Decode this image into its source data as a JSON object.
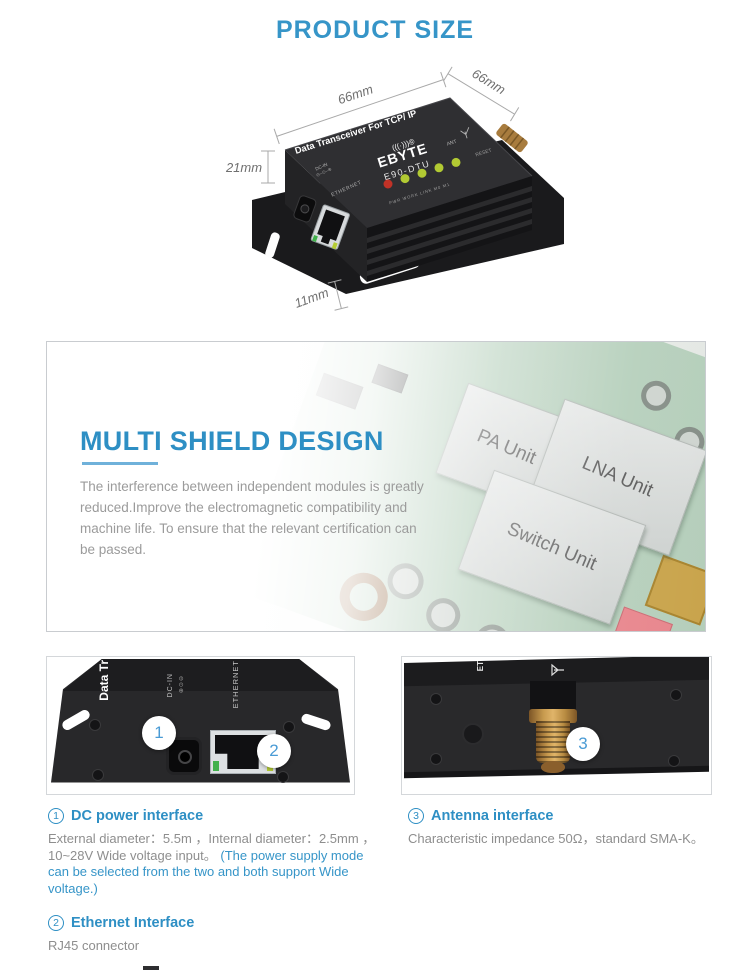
{
  "colors": {
    "accent_blue": "#3695c8",
    "heading_blue": "#2e8fc4",
    "text_gray": "#8e8e8e",
    "dim_label_gray": "#6f6f6f",
    "device_black": "#2f2f32",
    "pcb_green": "#9cbfa4",
    "sma_gold": "#c99a4e",
    "led_red": "#c13227",
    "led_green": "#b2ca33"
  },
  "header": {
    "title": "PRODUCT SIZE"
  },
  "size_figure": {
    "dim_top_width": "66mm",
    "dim_right_depth": "66mm",
    "dim_left_height": "21mm",
    "dim_base_height": "11mm",
    "device": {
      "top_label": "Data Transceiver For TCP/ IP",
      "logo": "(((·)))®",
      "brand": "EBYTE",
      "model": "E90-DTU",
      "led_labels": "PWR WORK LINK M0  M1",
      "ant_label": "ANT",
      "reset_label": "RESET",
      "dc_in_label": "DC-IN",
      "dc_polarity": "⊖–⊙–⊕",
      "ethernet_label": "ETHERNET"
    }
  },
  "shield_section": {
    "title": "MULTI SHIELD DESIGN",
    "body": "The interference between independent modules is greatly reduced.Improve the electromagnetic compatibility and machine life. To ensure that the relevant certification can be passed.",
    "units": [
      "PA Unit",
      "LNA Unit",
      "Switch Unit"
    ]
  },
  "interface_figures": {
    "front": {
      "device_label": "Data Tr",
      "dc_in_label": "DC-IN",
      "dc_polarity": "⊕⊙⊖",
      "ethernet_label": "ETHERNET",
      "callout_1": "1",
      "callout_2": "2"
    },
    "back": {
      "edge_label": "ET",
      "callout_3": "3"
    }
  },
  "notes": [
    {
      "num": "1",
      "title": "DC power interface",
      "body": "External diameter：5.5m ，Internal diameter：2.5mm ，10~28V Wide voltage input。",
      "extra": "(The power supply mode can be selected from the two and both support Wide voltage.)"
    },
    {
      "num": "2",
      "title": "Ethernet Interface",
      "body": "RJ45 connector",
      "extra": ""
    },
    {
      "num": "3",
      "title": "Antenna interface",
      "body": "Characteristic impedance 50Ω，standard SMA-K。",
      "extra": ""
    }
  ]
}
